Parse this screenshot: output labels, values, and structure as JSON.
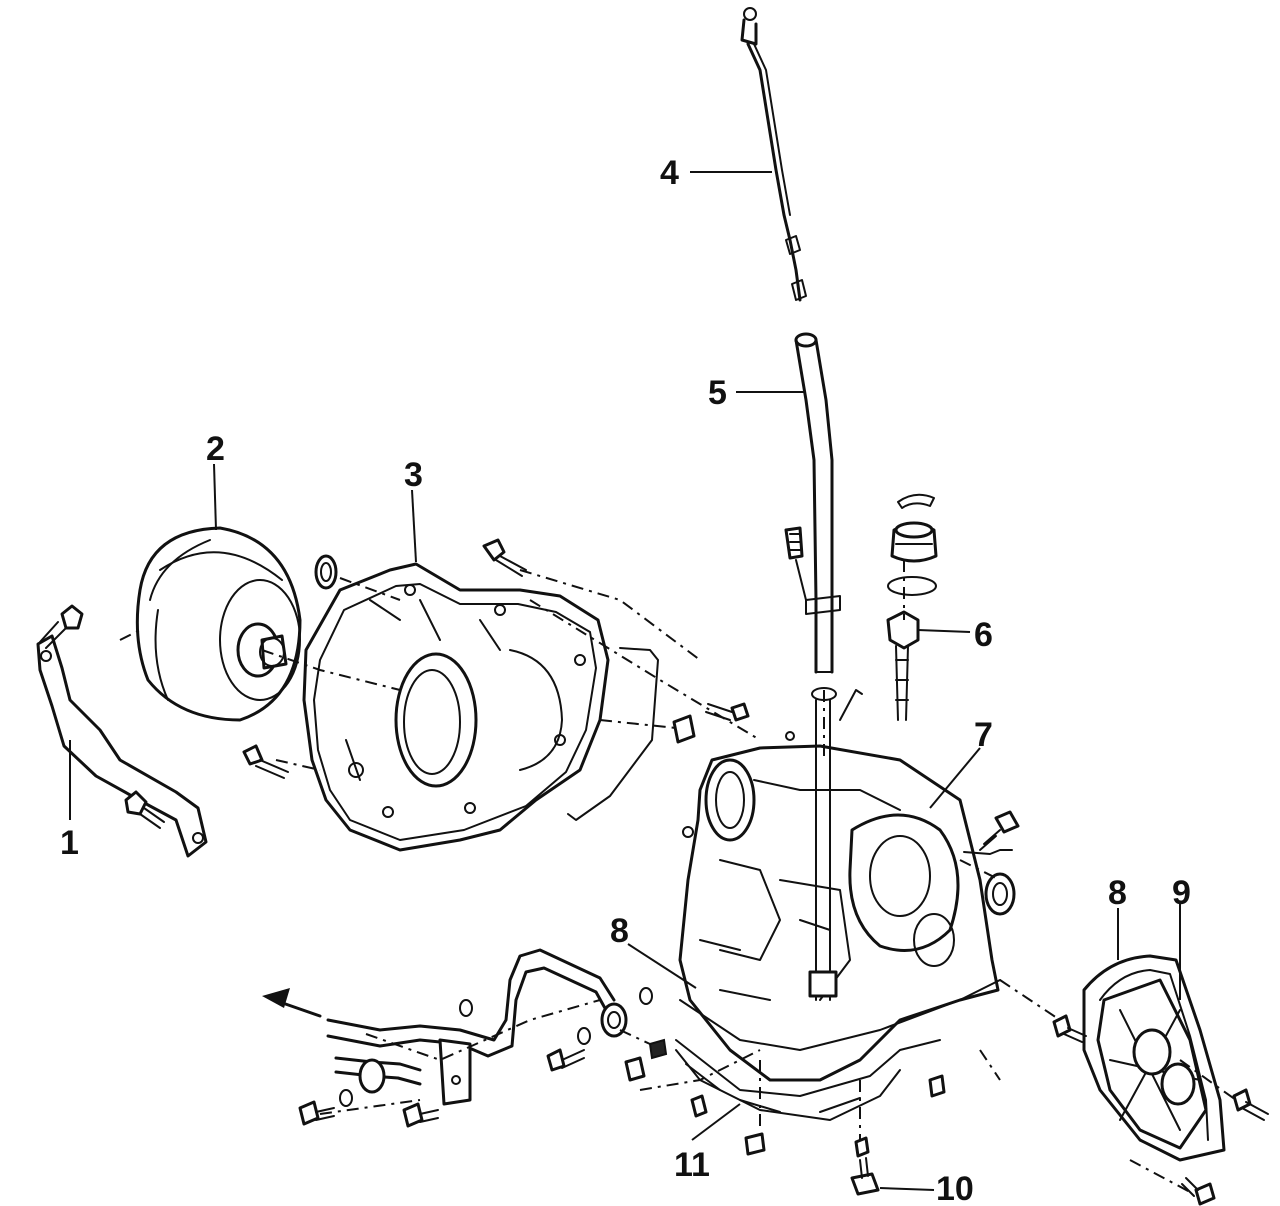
{
  "callouts": {
    "c1": "1",
    "c2": "2",
    "c3": "3",
    "c4": "4",
    "c5": "5",
    "c6": "6",
    "c7": "7",
    "c8a": "8",
    "c8b": "8",
    "c9": "9",
    "c10": "10",
    "c11": "11"
  }
}
